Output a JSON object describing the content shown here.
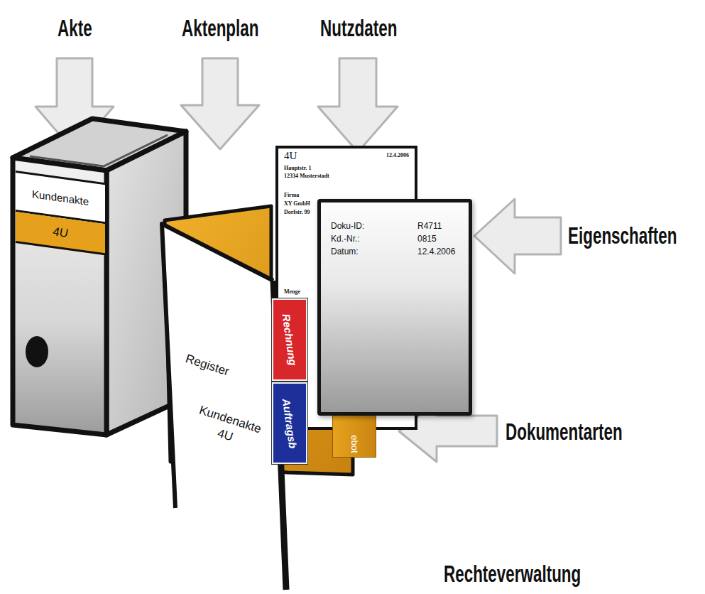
{
  "diagram": {
    "nodes": [
      {
        "text": [
          "Kundenakte",
          "4U"
        ]
      },
      {
        "text": [
          "Register",
          "Kundenakte 4U"
        ]
      },
      {
        "text": [
          "Rechnung"
        ]
      },
      {
        "text": [
          "Auftragsb"
        ]
      },
      {
        "text": [
          "ebot"
        ]
      },
      {
        "text": [
          "4U",
          "12.4.2006",
          "Hauptstr. 1",
          "12334 Musterstadt",
          "Firma",
          "XY GmbH",
          "Dorfstr. 99",
          "Menge"
        ]
      },
      {
        "text": [
          "Doku-ID:",
          "R4711",
          "Kd.-Nr.:",
          "0815",
          "Datum:",
          "12.4.2006"
        ]
      }
    ],
    "labels": [
      "Akte",
      "Aktenplan",
      "Nutzdaten",
      "Eigenschaften",
      "Dokumentarten",
      "Rechteverwaltung"
    ]
  }
}
